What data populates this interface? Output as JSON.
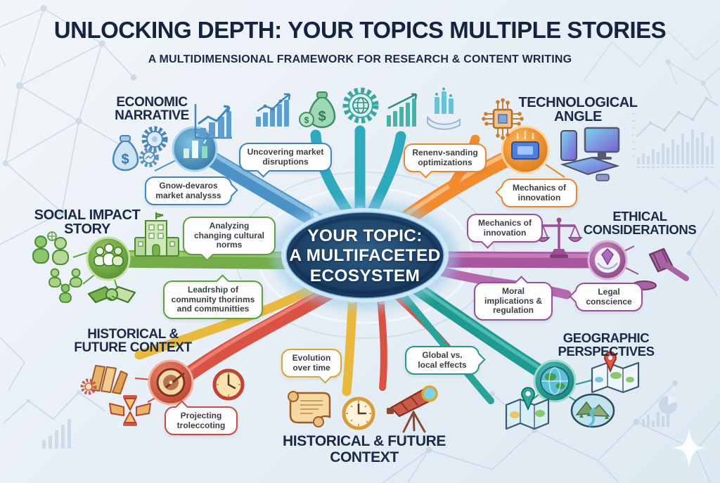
{
  "page": {
    "title_prefix": "UNLOCKING DEPTH: ",
    "title_emphasis": "YOUR TOPICS MULTIPLE STORIES",
    "subtitle": "A MULTIDIMENSIONAL FRAMEWORK FOR RESEARCH & CONTENT WRITING"
  },
  "center": {
    "line1": "YOUR TOPIC:",
    "line2": "A MULTIFACETED",
    "line3": "ECOSYSTEM"
  },
  "sections": {
    "economic": {
      "heading": "ECONOMIC NARRATIVE",
      "color": "#3f86bf",
      "callouts": [
        {
          "text": "Uncovering market disruptions",
          "color": "#3f86bf"
        },
        {
          "text": "Gnow-devaros market analysss",
          "color": "#3f86bf"
        }
      ],
      "icons": [
        "money-bag-icon",
        "gears-icon",
        "bar-chart-growth-icon",
        "mini-bars-node-icon"
      ]
    },
    "technological": {
      "heading": "TECHNOLOGICAL ANGLE",
      "color": "#e8872e",
      "callouts": [
        {
          "text": "Renenv-sanding optimizations",
          "color": "#e8872e"
        },
        {
          "text": "Mechanics of innovation",
          "color": "#e8872e"
        }
      ],
      "icons": [
        "circuit-chip-icon",
        "processor-node-icon",
        "smartphone-icon",
        "monitor-icon",
        "tablet-icon"
      ]
    },
    "social": {
      "heading": "SOCIAL IMPACT STORY",
      "color": "#5da23f",
      "callouts": [
        {
          "text": "Analyzing changing cultural norms",
          "color": "#5da23f"
        },
        {
          "text": "Leadrship of community thorinms and communitties",
          "color": "#5da23f"
        }
      ],
      "icons": [
        "people-pair-icon",
        "people-network-icon",
        "handshake-icon",
        "school-building-icon",
        "crowd-node-icon"
      ]
    },
    "ethical": {
      "heading": "ETHICAL CONSIDERATIONS",
      "color": "#9c4f96",
      "callouts": [
        {
          "text": "Mechanics of innovation",
          "color": "#9c4f96"
        },
        {
          "text": "Moral implications & regulation",
          "color": "#9c4f96"
        },
        {
          "text": "Legal conscience",
          "color": "#9c4f96"
        }
      ],
      "icons": [
        "scales-icon",
        "hands-gem-node-icon",
        "gavel-icon"
      ]
    },
    "historical": {
      "heading": "HISTORICAL & FUTURE CONTEXT",
      "color": "#cc4b40",
      "callouts": [
        {
          "text": "Projecting troleccoting",
          "color": "#cc4b40"
        },
        {
          "text": "Evolution over time",
          "color": "#d9a62e"
        }
      ],
      "icons": [
        "books-gear-icon",
        "compass-node-icon",
        "hourglass-icon",
        "clock-icon"
      ]
    },
    "historical_bottom": {
      "heading": "HISTORICAL & FUTURE CONTEXT",
      "icons": [
        "scroll-icon",
        "clock-icon",
        "telescope-icon"
      ]
    },
    "geographic": {
      "heading": "GEOGRAPHIC PERSPECTIVES",
      "color": "#23998f",
      "callouts": [
        {
          "text": "Global vs. local effects",
          "color": "#23998f"
        }
      ],
      "icons": [
        "globe-node-icon",
        "map-pin-icon",
        "landscape-icon",
        "folded-map-icon"
      ]
    }
  },
  "top_icons": [
    "bar-chart-growth-icon",
    "money-bags-icon",
    "gear-globe-icon",
    "bar-chart-growth-icon",
    "hand-with-bars-icon"
  ]
}
